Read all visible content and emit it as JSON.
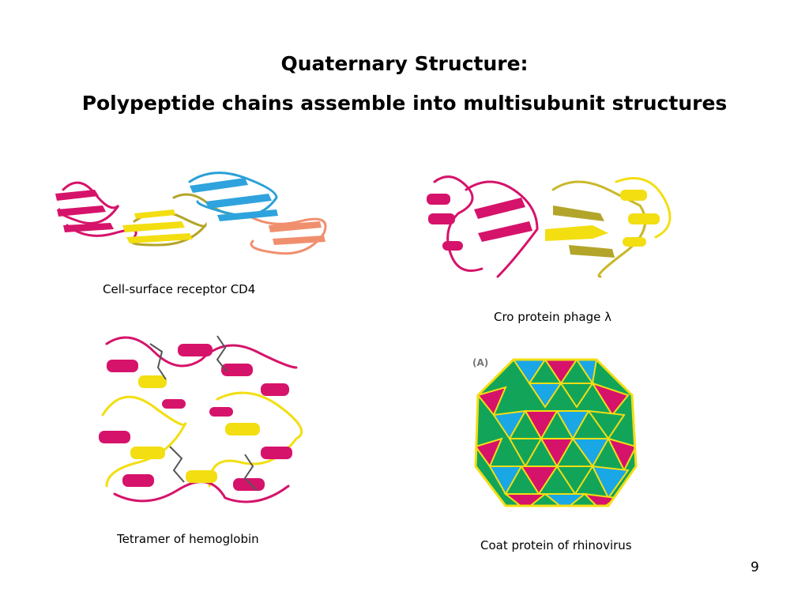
{
  "slide": {
    "title": "Quaternary Structure:",
    "subtitle": "Polypeptide chains assemble into multisubunit structures",
    "page_number": "9"
  },
  "figures": [
    {
      "caption": "Cell-surface receptor CD4"
    },
    {
      "caption": "Cro protein phage λ"
    },
    {
      "caption": "Tetramer of hemoglobin"
    },
    {
      "caption": "Coat protein of rhinovirus",
      "panel_label": "(A)"
    }
  ],
  "colors": {
    "magenta": "#d6136b",
    "yellow": "#f3de12",
    "olive": "#b3a52a",
    "blue": "#2fa3dd",
    "salmon": "#f08f6e",
    "green": "#12a55a",
    "cyan": "#19a7e6",
    "gray": "#555555"
  }
}
